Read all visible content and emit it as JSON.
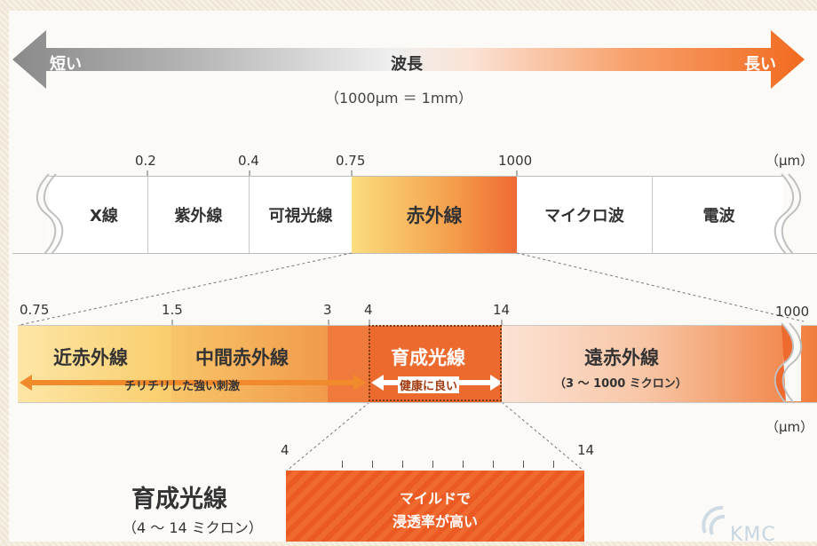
{
  "wavelength_arrow": {
    "short_label": "短い",
    "title": "波長",
    "long_label": "長い",
    "unit_note": "（1000μm ＝ 1mm）"
  },
  "spectrum": {
    "ticks": [
      "0.2",
      "0.4",
      "0.75",
      "1000"
    ],
    "unit": "（μm）",
    "segments": [
      "X線",
      "紫外線",
      "可視光線",
      "赤外線",
      "マイクロ波",
      "電波"
    ]
  },
  "infrared": {
    "ticks": [
      "0.75",
      "1.5",
      "3",
      "4",
      "14",
      "1000"
    ],
    "unit": "（μm）",
    "near_ir": "近赤外線",
    "mid_ir": "中間赤外線",
    "growth_ray": "育成光線",
    "far_ir": "遠赤外線",
    "far_ir_range": "（3 ～ 1000 ミクロン）",
    "tingle_label": "チリチリした強い刺激",
    "healthy_label": "健康に良い"
  },
  "detail": {
    "tick_start": "4",
    "tick_end": "14",
    "title": "育成光線",
    "range": "（4 ～ 14 ミクロン）",
    "desc_line1": "マイルドで",
    "desc_line2": "浸透率が高い",
    "logo_text": "KMC"
  },
  "colors": {
    "accent_orange": "#ef6a2e",
    "infrared_gradient_start": "#fbdd7f",
    "detail_orange": "#ea5a22"
  }
}
